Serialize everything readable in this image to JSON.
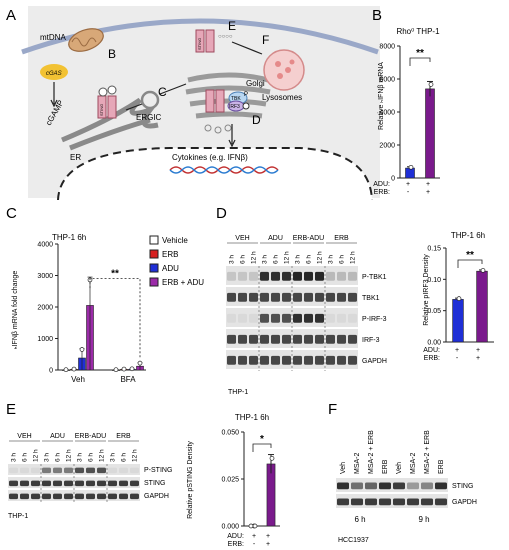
{
  "panels": {
    "A": {
      "letter": "A",
      "labels": {
        "B": "B",
        "C": "C",
        "D": "D",
        "E": "E",
        "F": "F",
        "mtdna": "mtDNA",
        "cgas": "cGAS",
        "cgamp": "cGAMP",
        "er": "ER",
        "ergic": "ERGIC",
        "golgi": "Golgi",
        "lysosomes": "Lysosomes",
        "tbk": "TBK",
        "irf3": "IRF3",
        "p": "P",
        "sting": "STING",
        "cytokines": "Cytokines (e.g. IFNβ)"
      }
    },
    "B": {
      "letter": "B",
      "title": "Rho⁰ THP-1",
      "ylabel": "Relative ₕIFNβ mRNA",
      "sig": "**",
      "row_labels": [
        "ADU:",
        "ERB:"
      ],
      "row_values": [
        [
          "+",
          "+"
        ],
        [
          "-",
          "+"
        ]
      ],
      "colors": {
        "blue": "#1f2fd6",
        "purple": "#7a1a8c"
      }
    },
    "C": {
      "letter": "C",
      "title": "THP-1 6h",
      "ylabel": "ₕIFNβ mRNA fold change",
      "groups": [
        "Veh",
        "BFA"
      ],
      "sig": "**",
      "legend": [
        "Vehicle",
        "ERB",
        "ADU",
        "ERB + ADU"
      ],
      "colors": {
        "Vehicle": "#ffffff",
        "ERB": "#d62020",
        "ADU": "#1f2fd6",
        "ERB + ADU": "#9b2aa8"
      }
    },
    "D": {
      "letter": "D",
      "conditions": [
        "VEH",
        "ADU",
        "ERB-ADU",
        "ERB"
      ],
      "times": [
        "3 h",
        "6 h",
        "12 h"
      ],
      "bands": [
        "P-TBK1",
        "TBK1",
        "P-IRF-3",
        "IRF-3",
        "GAPDH"
      ],
      "cell_line": "THP-1",
      "bar_title": "THP-1 6h",
      "bar_ylabel": "Relative pIRF3 Density",
      "sig": "**",
      "row_labels": [
        "ADU:",
        "ERB:"
      ],
      "row_values": [
        [
          "+",
          "+"
        ],
        [
          "-",
          "+"
        ]
      ]
    },
    "E": {
      "letter": "E",
      "conditions": [
        "VEH",
        "ADU",
        "ERB-ADU",
        "ERB"
      ],
      "times": [
        "3 h",
        "6 h",
        "12 h"
      ],
      "bands": [
        "P-STING",
        "STING",
        "GAPDH"
      ],
      "cell_line": "THP-1",
      "bar_title": "THP-1 6h",
      "bar_ylabel": "Relative pSTING Density",
      "sig": "*",
      "row_labels": [
        "ADU:",
        "ERB:"
      ],
      "row_values": [
        [
          "+",
          "+"
        ],
        [
          "-",
          "+"
        ]
      ]
    },
    "F": {
      "letter": "F",
      "lanes": [
        "Veh",
        "MSA-2",
        "MSA-2 + ERB",
        "ERB",
        "Veh",
        "MSA-2",
        "MSA-2 + ERB",
        "ERB"
      ],
      "bands": [
        "STING",
        "GAPDH"
      ],
      "time_groups": [
        "6 h",
        "9 h"
      ],
      "cell_line": "HCC1937"
    }
  },
  "chart_data": [
    {
      "type": "bar",
      "panel": "B",
      "title": "Rho⁰ THP-1",
      "ylabel": "Relative ₕIFNβ mRNA",
      "categories": [
        "ADU",
        "ADU + ERB"
      ],
      "values": [
        600,
        5400
      ],
      "errors": [
        80,
        450
      ],
      "ylim": [
        0,
        8000
      ],
      "yticks": [
        0,
        2000,
        4000,
        6000,
        8000
      ],
      "colors": [
        "#1f2fd6",
        "#7a1a8c"
      ],
      "significance": "**"
    },
    {
      "type": "bar",
      "panel": "C",
      "title": "THP-1 6h",
      "ylabel": "ₕIFNβ mRNA fold change",
      "categories": [
        "Veh",
        "BFA"
      ],
      "series": [
        {
          "name": "Vehicle",
          "values": [
            5,
            5
          ],
          "errors": [
            5,
            5
          ]
        },
        {
          "name": "ERB",
          "values": [
            20,
            20
          ],
          "errors": [
            10,
            10
          ]
        },
        {
          "name": "ADU",
          "values": [
            380,
            20
          ],
          "errors": [
            300,
            20
          ]
        },
        {
          "name": "ERB + ADU",
          "values": [
            2050,
            120
          ],
          "errors": [
            900,
            110
          ]
        }
      ],
      "ylim": [
        0,
        4000
      ],
      "yticks": [
        0,
        1000,
        2000,
        3000,
        4000
      ],
      "significance": "**"
    },
    {
      "type": "bar",
      "panel": "D",
      "title": "THP-1 6h",
      "ylabel": "Relative pIRF3 Density",
      "categories": [
        "ADU",
        "ADU + ERB"
      ],
      "values": [
        0.068,
        0.113
      ],
      "errors": [
        0.002,
        0.002
      ],
      "ylim": [
        0,
        0.15
      ],
      "yticks": [
        0.0,
        0.05,
        0.1,
        0.15
      ],
      "colors": [
        "#1f2fd6",
        "#7a1a8c"
      ],
      "significance": "**"
    },
    {
      "type": "bar",
      "panel": "E",
      "title": "THP-1 6h",
      "ylabel": "Relative pSTING Density",
      "categories": [
        "ADU",
        "ADU + ERB"
      ],
      "values": [
        0.0,
        0.033
      ],
      "errors": [
        0.0,
        0.005
      ],
      "ylim": [
        0,
        0.05
      ],
      "yticks": [
        0.0,
        0.025,
        0.05
      ],
      "colors": [
        "#1f2fd6",
        "#7a1a8c"
      ],
      "significance": "*"
    }
  ]
}
